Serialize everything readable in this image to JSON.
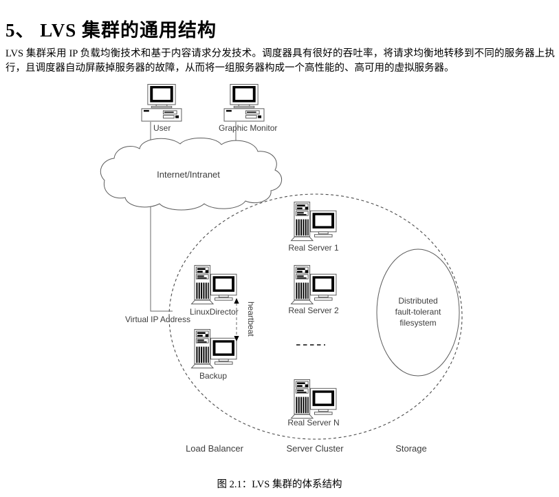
{
  "page": {
    "heading": "5、 LVS 集群的通用结构",
    "paragraph": "LVS 集群采用 IP 负载均衡技术和基于内容请求分发技术。调度器具有很好的吞吐率，将请求均衡地转移到不同的服务器上执行，且调度器自动屏蔽掉服务器的故障，从而将一组服务器构成一个高性能的、高可用的虚拟服务器。",
    "caption": "图 2.1：LVS 集群的体系结构"
  },
  "diagram": {
    "cloud_label": "Internet/Intranet",
    "nodes": {
      "user": "User",
      "graphic_monitor": "Graphic Monitor",
      "linux_director": "LinuxDirector",
      "backup": "Backup",
      "real_server_1": "Real Server 1",
      "real_server_2": "Real Server 2",
      "real_server_n": "Real Server N"
    },
    "labels": {
      "virtual_ip": "Virtual IP Address",
      "heartbeat": "heartbeat",
      "load_balancer": "Load Balancer",
      "server_cluster": "Server Cluster",
      "storage": "Storage",
      "filesystem_line1": "Distributed",
      "filesystem_line2": "fault-tolerant",
      "filesystem_line3": "filesystem"
    },
    "colors": {
      "stroke": "#5a5a5a",
      "text": "#3c3c3c",
      "screen_fill": "#000000",
      "background": "#ffffff"
    }
  }
}
